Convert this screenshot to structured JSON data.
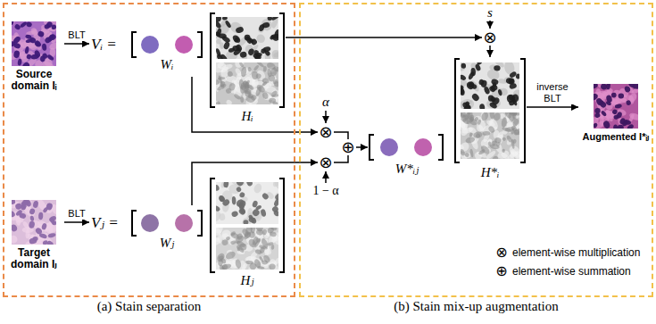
{
  "diagram": {
    "nodes": [
      {
        "text": [
          "(a) Stain separation"
        ]
      },
      {
        "text": [
          "(b) Stain mix-up augmentation"
        ]
      },
      {
        "text": [
          "Source domain Iᵢ"
        ],
        "in": 0
      },
      {
        "text": [
          "Vᵢ =",
          "Wᵢ"
        ],
        "in": 0
      },
      {
        "text": [
          "Hᵢ"
        ],
        "in": 0
      },
      {
        "text": [
          "Target domain Iⱼ"
        ],
        "in": 0
      },
      {
        "text": [
          "Vⱼ =",
          "Wⱼ"
        ],
        "in": 0
      },
      {
        "text": [
          "Hⱼ"
        ],
        "in": 0
      },
      {
        "text": [
          "⊗"
        ],
        "in": 1
      },
      {
        "text": [
          "⊗"
        ],
        "in": 1
      },
      {
        "text": [
          "⊕"
        ],
        "in": 1
      },
      {
        "text": [
          "W*ᵢⱼ"
        ],
        "in": 1
      },
      {
        "text": [
          "⊗"
        ],
        "in": 1
      },
      {
        "text": [
          "H*ᵢ"
        ],
        "in": 1
      },
      {
        "text": [
          "Augmented I*ᵢⱼ"
        ],
        "in": 1
      }
    ],
    "edges": [
      {
        "from": 2,
        "to": 3,
        "label": "BLT",
        "arrow": "to"
      },
      {
        "from": 5,
        "to": 6,
        "label": "BLT",
        "arrow": "to"
      },
      {
        "from": 4,
        "to": 12,
        "arrow": "to"
      },
      {
        "from": 12,
        "to": 13,
        "arrow": "to"
      },
      {
        "from": 3,
        "to": 8,
        "arrow": "to"
      },
      {
        "from": 6,
        "to": 9,
        "arrow": "to"
      },
      {
        "from": 8,
        "to": 10,
        "arrow": "none"
      },
      {
        "from": 9,
        "to": 10,
        "arrow": "none"
      },
      {
        "from": 10,
        "to": 11,
        "arrow": "to"
      },
      {
        "from": 13,
        "to": 14,
        "label": "inverse BLT",
        "arrow": "to"
      }
    ],
    "labels": [
      "s",
      "α",
      "1 − α",
      "⊗",
      "⊕"
    ],
    "legend": [
      {
        "text": "element-wise multiplication"
      },
      {
        "text": "element-wise summation"
      }
    ]
  }
}
